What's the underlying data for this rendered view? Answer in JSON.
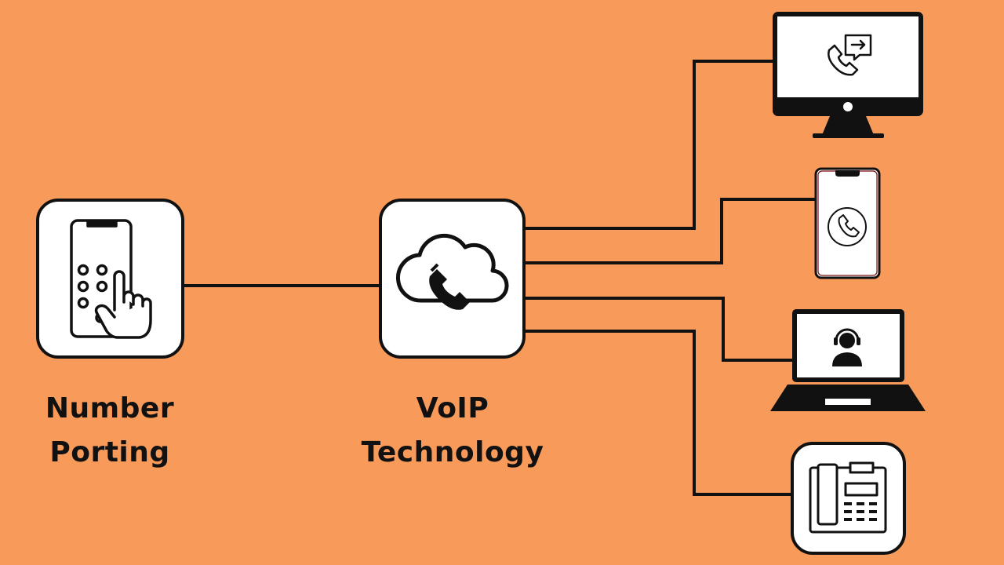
{
  "background_color": "#F89A59",
  "line_color": "#111111",
  "box_fill": "#FFFFFF",
  "nodes": {
    "number_porting": {
      "label_line1": "Number",
      "label_line2": "Porting",
      "icon": "phone-keypad-tap-icon"
    },
    "voip": {
      "label_line1": "VoIP",
      "label_line2": "Technology",
      "icon": "cloud-phone-icon"
    }
  },
  "endpoints": [
    {
      "name": "desktop-monitor",
      "icon": "chat-phone-icon"
    },
    {
      "name": "smartphone",
      "icon": "phone-call-icon"
    },
    {
      "name": "laptop",
      "icon": "support-agent-icon"
    },
    {
      "name": "desk-phone",
      "icon": "office-telephone-icon"
    }
  ]
}
